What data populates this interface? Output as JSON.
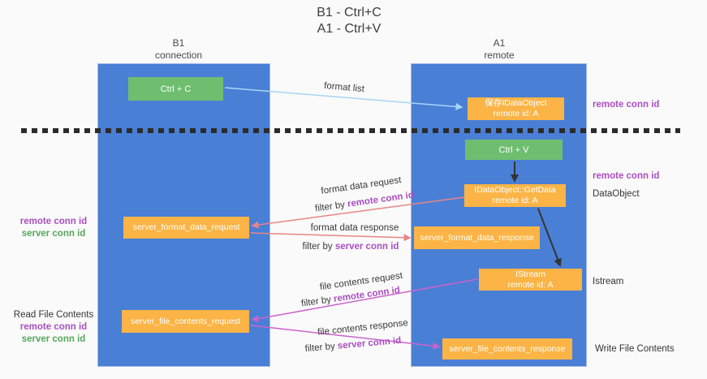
{
  "title": {
    "line1": "B1 - Ctrl+C",
    "line2": "A1 - Ctrl+V"
  },
  "columns": {
    "left": {
      "name": "B1",
      "role": "connection"
    },
    "right": {
      "name": "A1",
      "role": "remote"
    }
  },
  "nodes": {
    "ctrl_c": {
      "label": "Ctrl + C"
    },
    "ctrl_v": {
      "label": "Ctrl + V"
    },
    "save_dataobject": {
      "line1": "保存IDataObject",
      "line2": "remote id: A"
    },
    "getdata": {
      "line1": "IDataObject::GetData",
      "line2": "remote id: A"
    },
    "istream": {
      "line1": "IStream",
      "line2": "remote id: A"
    },
    "server_format_data_request": {
      "label": "server_format_data_request"
    },
    "server_format_data_response": {
      "label": "server_format_data_response"
    },
    "server_file_contents_request": {
      "label": "server_file_contents_request"
    },
    "server_file_contents_response": {
      "label": "server_file_contents_response"
    }
  },
  "flow_labels": {
    "format_list": "format list",
    "format_data_request": "format data request",
    "format_data_response": "format data response",
    "file_contents_request": "file contents request",
    "file_contents_response": "file contents response",
    "filter_by": "filter by ",
    "remote_conn_id": "remote conn id",
    "server_conn_id": "server conn id"
  },
  "side_labels": {
    "remote_conn_id_top_right": "remote conn id",
    "remote_conn_id_mid_right": "remote conn id",
    "dataobject": "DataObject",
    "istream": "Istream",
    "write_file_contents": "Write File Contents",
    "read_file_contents": "Read File Contents",
    "remote_conn_id_left_1": "remote conn id",
    "server_conn_id_left_1": "server conn id",
    "remote_conn_id_left_2": "remote conn id",
    "server_conn_id_left_2": "server conn id"
  },
  "colors": {
    "column_blue": "#4a7fd6",
    "node_green": "#6fbe70",
    "node_orange": "#fbb445",
    "conn_id_purple": "#a94fc0",
    "conn_id_green": "#55a75c",
    "arrow_blue": "#a9d5f5",
    "arrow_red": "#e98585",
    "arrow_magenta": "#cb63cb",
    "arrow_black": "#333333",
    "background": "#fafafa"
  }
}
